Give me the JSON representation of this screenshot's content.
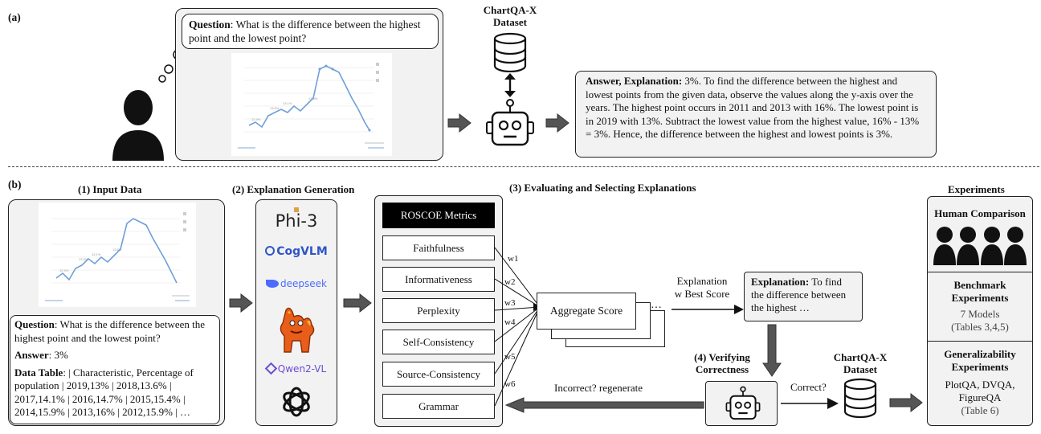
{
  "section_a": {
    "label": "(a)",
    "question_label": "Question",
    "question_text": ": What is the difference between the highest point and the lowest point?",
    "dataset_title_line1": "ChartQA-X",
    "dataset_title_line2": "Dataset",
    "answer_label": "Answer, Explanation:",
    "answer_text": " 3%. To find the difference between the highest and lowest points from the given data, observe the values along the y-axis over the years. The highest point occurs in 2011 and 2013 with 16%. The lowest point is in 2019 with 13%. Subtract the lowest value from the highest value, 16% - 13% = 3%. Hence, the difference between the highest and lowest points is 3%."
  },
  "section_b": {
    "label": "(b)",
    "input_title": "(1) Input Data",
    "gen_title": "(2) Explanation Generation",
    "eval_title": "(3) Evaluating and Selecting Explanations",
    "experiments_title": "Experiments",
    "question_label": "Question",
    "question_text": ": What is the difference between the highest point and the lowest point?",
    "answer_label": "Answer",
    "answer_text": ": 3%",
    "table_label": "Data Table",
    "table_text": ": | Characteristic, Percentage of population | 2019,13% | 2018,13.6% | 2017,14.1% | 2016,14.7% | 2015,15.4% | 2014,15.9% | 2013,16% | 2012,15.9% | …",
    "models": [
      "Phi-3",
      "CogVLM",
      "deepseek",
      "Qwen2-VL"
    ],
    "roscoe_title": "ROSCOE Metrics",
    "metrics": [
      "Faithfulness",
      "Informativeness",
      "Perplexity",
      "Self-Consistency",
      "Source-Consistency",
      "Grammar"
    ],
    "weights": [
      "w1",
      "w2",
      "w3",
      "w4",
      "w5",
      "w6"
    ],
    "aggregate_label": "Aggregate Score",
    "aggregate_ellipsis": "…",
    "best_label_line1": "Explanation",
    "best_label_line2": "w Best Score",
    "explanation_label": "Explanation:",
    "explanation_text": " To find the difference between the highest …",
    "verify_line1": "(4) Verifying",
    "verify_line2": "Correctness",
    "correct_label": "Correct?",
    "incorrect_label": "Incorrect? regenerate",
    "dataset_line1": "ChartQA-X",
    "dataset_line2": "Dataset",
    "human_comparison": "Human Comparison",
    "benchmark_line1": "Benchmark",
    "benchmark_line2": "Experiments",
    "benchmark_models": "7 Models",
    "benchmark_tables": "(Tables 3,4,5)",
    "general_line1": "Generalizability",
    "general_line2": "Experiments",
    "general_datasets_line1": "PlotQA, DVQA,",
    "general_datasets_line2": "FigureQA",
    "general_table": "(Table 6)"
  },
  "colors": {
    "box_fill": "#f2f2f2",
    "chart_line": "#6f9fd8",
    "dark": "#111111",
    "qwen": "#6a4bd6",
    "cogvlm": "#2f55c8",
    "deepseek": "#4d6bfe"
  }
}
